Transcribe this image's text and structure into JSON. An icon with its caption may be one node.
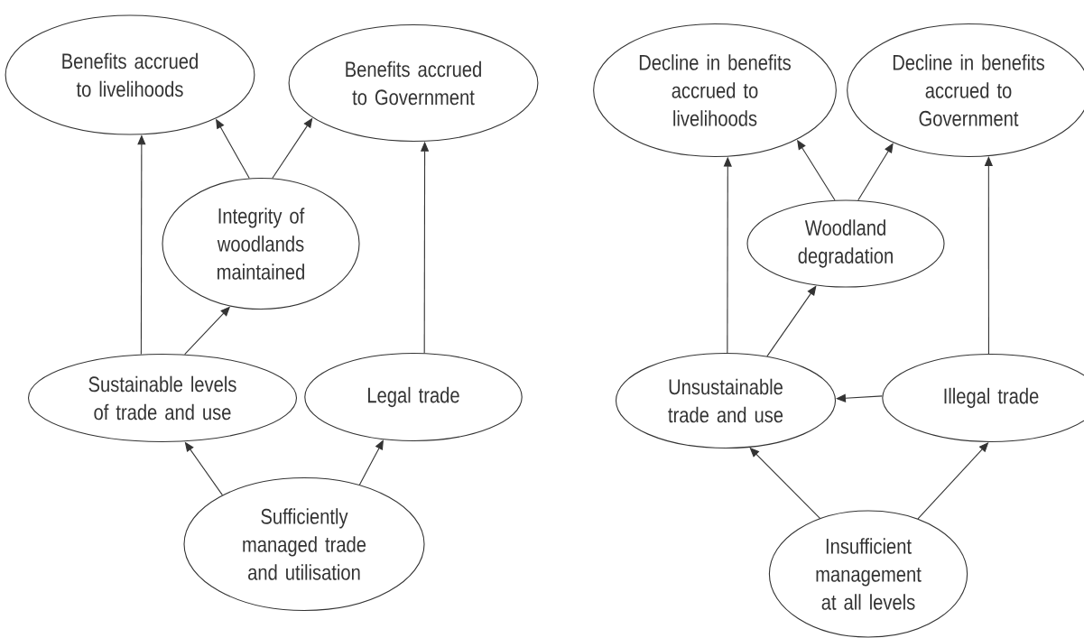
{
  "diagram": {
    "nodes": [
      {
        "text": [
          "Benefits accrued to livelihoods"
        ]
      },
      {
        "text": [
          "Benefits accrued to Government"
        ]
      },
      {
        "text": [
          "Integrity of woodlands maintained"
        ]
      },
      {
        "text": [
          "Sustainable levels of trade and use"
        ]
      },
      {
        "text": [
          "Legal trade"
        ]
      },
      {
        "text": [
          "Sufficiently managed trade and utilisation"
        ]
      },
      {
        "text": [
          "Decline in benefits accrued to livelihoods"
        ]
      },
      {
        "text": [
          "Decline in benefits accrued to Government"
        ]
      },
      {
        "text": [
          "Woodland degradation"
        ]
      },
      {
        "text": [
          "Unsustainable trade and use"
        ]
      },
      {
        "text": [
          "Illegal trade"
        ]
      },
      {
        "text": [
          "Insufficient management at all levels"
        ]
      }
    ],
    "edges": [
      {
        "from": 3,
        "to": 0,
        "arrow": "to"
      },
      {
        "from": 2,
        "to": 0,
        "arrow": "to"
      },
      {
        "from": 2,
        "to": 1,
        "arrow": "to"
      },
      {
        "from": 3,
        "to": 2,
        "arrow": "to"
      },
      {
        "from": 4,
        "to": 1,
        "arrow": "to"
      },
      {
        "from": 5,
        "to": 3,
        "arrow": "to"
      },
      {
        "from": 5,
        "to": 4,
        "arrow": "to"
      },
      {
        "from": 9,
        "to": 6,
        "arrow": "to"
      },
      {
        "from": 8,
        "to": 6,
        "arrow": "to"
      },
      {
        "from": 8,
        "to": 7,
        "arrow": "to"
      },
      {
        "from": 9,
        "to": 8,
        "arrow": "to"
      },
      {
        "from": 10,
        "to": 7,
        "arrow": "to"
      },
      {
        "from": 10,
        "to": 9,
        "arrow": "to"
      },
      {
        "from": 11,
        "to": 9,
        "arrow": "to"
      },
      {
        "from": 11,
        "to": 10,
        "arrow": "to"
      }
    ]
  }
}
